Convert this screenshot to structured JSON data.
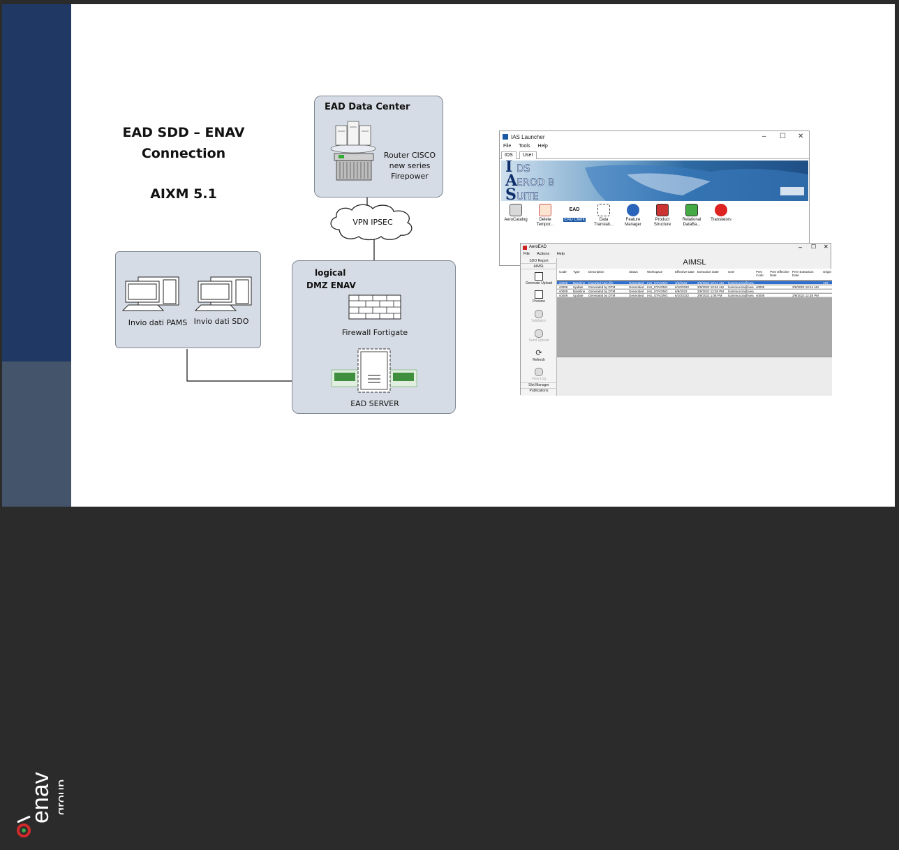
{
  "slide": {
    "title_line1": "EAD SDD – ENAV",
    "title_line2": "Connection",
    "subtitle": "AIXM 5.1"
  },
  "brand": {
    "logo_text": "enav",
    "logo_subtext": "group"
  },
  "diagram": {
    "data_center": {
      "title": "EAD Data Center",
      "router_label": [
        "Router CISCO",
        "new series",
        "Firepower"
      ]
    },
    "vpn_label": "VPN IPSEC",
    "dmz": {
      "title_line1": "logical",
      "title_line2": "DMZ ENAV",
      "firewall_label": "Firewall Fortigate",
      "server_label": "EAD SERVER"
    },
    "clients": {
      "pams_label": "Invio dati PAMS",
      "sdo_label": "Invio dati SDO"
    }
  },
  "ias_launcher": {
    "window_title": "IAS Launcher",
    "menu": [
      "File",
      "Tools",
      "Help"
    ],
    "tabs": [
      "IDS",
      "User"
    ],
    "banner_words": [
      "IDS",
      "AeroDB",
      "Suite"
    ],
    "banner_letters": [
      "I",
      "A",
      "S"
    ],
    "banner_rest": [
      "DS",
      "EROD B",
      "UITE"
    ],
    "tools": [
      {
        "label": "AeroCatalog",
        "icon": "catalog-icon"
      },
      {
        "label": "Delete Tempor...",
        "icon": "delete-icon"
      },
      {
        "label": "EAD Client",
        "icon": "ead-client-icon",
        "badge": "EAD",
        "selected": true
      },
      {
        "label": "Data Translati...",
        "icon": "data-translation-icon"
      },
      {
        "label": "Feature Manager",
        "icon": "feature-manager-icon"
      },
      {
        "label": "Product Structure",
        "icon": "product-structure-icon"
      },
      {
        "label": "Relational DataBa...",
        "icon": "relational-db-icon"
      },
      {
        "label": "Translators",
        "icon": "translators-icon"
      }
    ]
  },
  "aero_ead": {
    "window_title": "AeroEAD",
    "menu": [
      "File",
      "Actions",
      "Help"
    ],
    "panel_title": "AIMSL",
    "sidebar_sections": [
      "SDO Report",
      "AIMSL"
    ],
    "sidebar_actions": [
      {
        "label": "Generate Upload",
        "icon": "generate-upload-icon"
      },
      {
        "label": "Preview",
        "icon": "preview-icon"
      },
      {
        "label": "Validation",
        "icon": "validation-icon"
      },
      {
        "label": "Send Upload",
        "icon": "send-upload-icon"
      },
      {
        "label": "Refresh",
        "icon": "refresh-icon"
      },
      {
        "label": "View Log",
        "icon": "view-log-icon"
      }
    ],
    "sidebar_footer": [
      "Slot Manager",
      "Publications"
    ],
    "columns": [
      "Code",
      "Type",
      "Description",
      "Status",
      "Workspace",
      "Effective Date",
      "Extraction Date",
      "User",
      "Prev Code",
      "Prev Effective Date",
      "Prev Extraction Date",
      "Origin"
    ],
    "rows": [
      [
        "v0005",
        "Baseline",
        "Imported Aixm file",
        "Generated",
        "IAS_STAGING",
        "3/9/2022",
        "3/9/2022 10:14 AM",
        "lcammuccia@ivea...",
        "",
        "",
        "",
        "AIR"
      ],
      [
        "v0006",
        "Update",
        "Generated by DTM",
        "Generated",
        "IAS_STAGING",
        "6/10/2022",
        "3/9/2022 10:40 AM",
        "lcammuccia@ivea...",
        "v0005",
        "",
        "3/9/2022 10:14 AM",
        ""
      ],
      [
        "v0008",
        "Baseline",
        "Generated by DTM",
        "Generated",
        "IAS_STAGING",
        "6/9/2022",
        "3/9/2022 12:38 PM",
        "lcammuccia@ivea...",
        "",
        "",
        "",
        ""
      ],
      [
        "v0009",
        "Update",
        "Generated by DTM",
        "Generated",
        "IAS_STAGING",
        "6/10/2022",
        "3/9/2022 1:08 PM",
        "lcammuccia@ivea...",
        "v0008",
        "",
        "3/9/2022 12:38 PM",
        ""
      ]
    ]
  },
  "colors": {
    "sidebar_top": "#1f3864",
    "sidebar_bottom": "#44546a",
    "box_fill": "#d6dce5",
    "selected_row": "#2f6fd0"
  }
}
